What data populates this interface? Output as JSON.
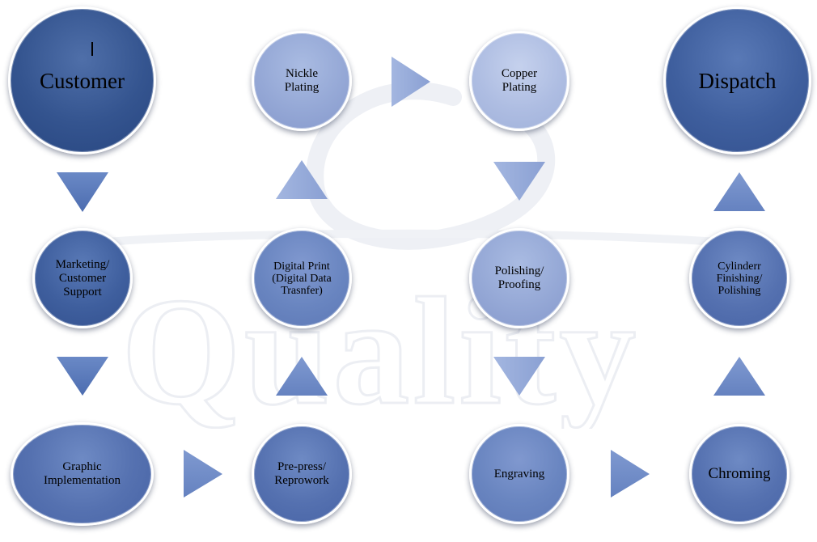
{
  "nodes": {
    "customer": "Customer",
    "marketing": "Marketing/\nCustomer\nSupport",
    "graphic": "Graphic\nImplementation",
    "prepress": "Pre-press/\nReprowork",
    "digital_print": "Digital Print\n(Digital Data\nTrasnfer)",
    "nickle": "Nickle\nPlating",
    "copper": "Copper\nPlating",
    "polishing": "Polishing/\nProofing",
    "engraving": "Engraving",
    "chroming": "Chroming",
    "cylinder": "Cylinderr\nFinishing/\nPolishing",
    "dispatch": "Dispatch"
  },
  "watermark": {
    "word": "Quality"
  },
  "colors": {
    "arrow": "#5a7bbd",
    "arrow_light": "#8ea3d6",
    "dark_node": "#34548f",
    "light_node": "#aebde2"
  }
}
